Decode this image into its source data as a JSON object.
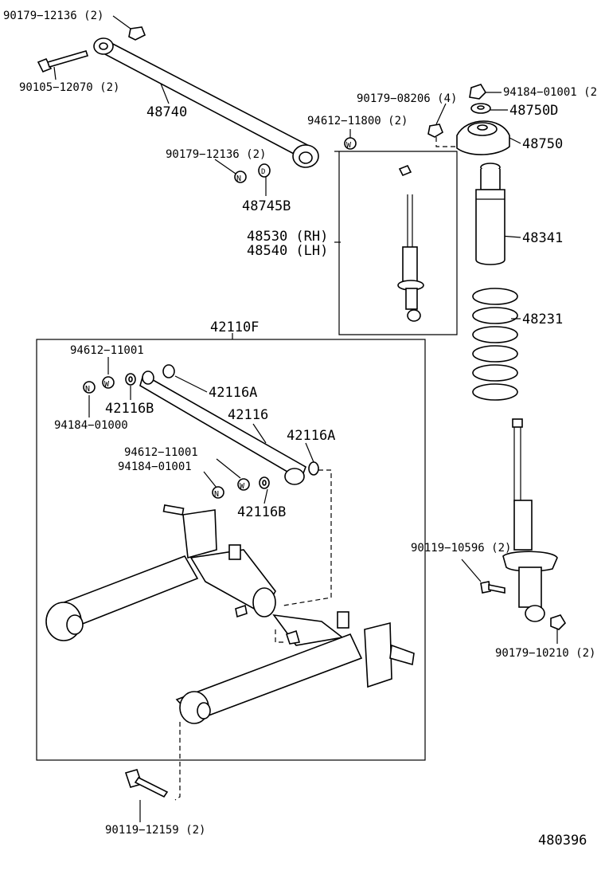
{
  "parts": {
    "p_90179_12136_top": "90179−12136 (2)",
    "p_90105_12070": "90105−12070 (2)",
    "p_48740": "48740",
    "p_90179_12136_mid": "90179−12136 (2)",
    "p_48745B": "48745B",
    "p_94612_11800": "94612−11800 (2)",
    "p_90179_08206": "90179−08206 (4)",
    "p_94184_01001_top": "94184−01001 (2",
    "p_48750D": "48750D",
    "p_48750": "48750",
    "p_48530": "48530 (RH)",
    "p_48540": "48540 (LH)",
    "p_48341": "48341",
    "p_48231": "48231",
    "p_42110F": "42110F",
    "p_94612_11001_a": "94612−11001",
    "p_42116A_a": "42116A",
    "p_42116B_a": "42116B",
    "p_94184_01000": "94184−01000",
    "p_42116": "42116",
    "p_42116A_b": "42116A",
    "p_94612_11001_b": "94612−11001",
    "p_94184_01001_b": "94184−01001",
    "p_42116B_b": "42116B",
    "p_90119_10596": "90119−10596 (2)",
    "p_90179_10210": "90179−10210 (2)",
    "p_90119_12159": "90119−12159 (2)",
    "p_catalog": "480396"
  },
  "glyphs": {
    "w": "W",
    "n": "N",
    "d": "D"
  }
}
